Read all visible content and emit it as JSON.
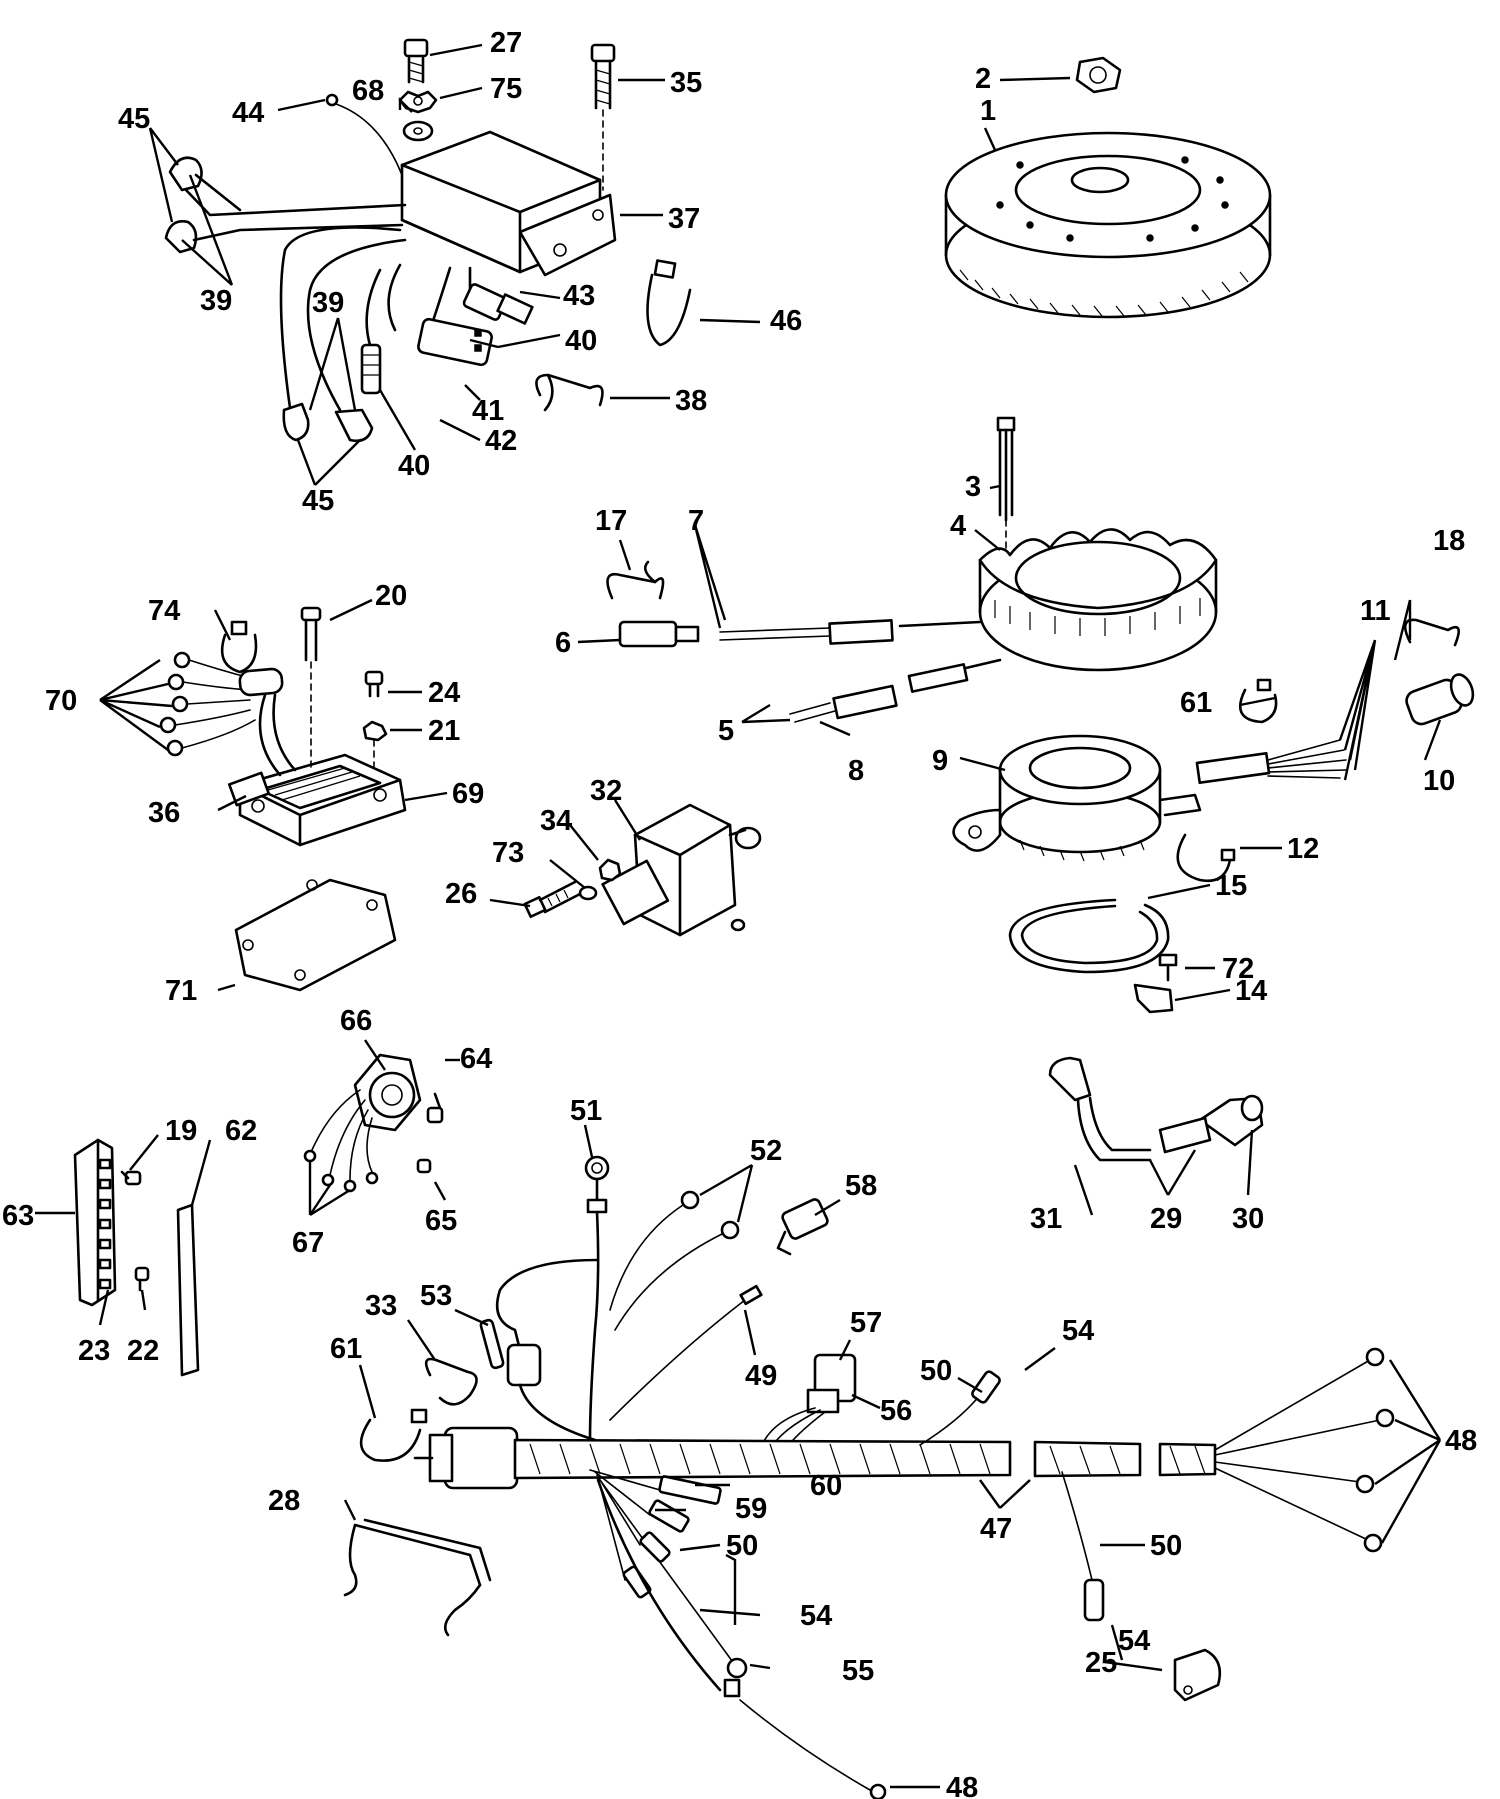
{
  "diagram": {
    "type": "exploded-parts-diagram",
    "callouts": [
      {
        "id": "c1",
        "label": "1"
      },
      {
        "id": "c2",
        "label": "2"
      },
      {
        "id": "c3",
        "label": "3"
      },
      {
        "id": "c4",
        "label": "4"
      },
      {
        "id": "c5",
        "label": "5"
      },
      {
        "id": "c6",
        "label": "6"
      },
      {
        "id": "c7",
        "label": "7"
      },
      {
        "id": "c8",
        "label": "8"
      },
      {
        "id": "c9",
        "label": "9"
      },
      {
        "id": "c10",
        "label": "10"
      },
      {
        "id": "c11",
        "label": "11"
      },
      {
        "id": "c12",
        "label": "12"
      },
      {
        "id": "c14",
        "label": "14"
      },
      {
        "id": "c15",
        "label": "15"
      },
      {
        "id": "c17",
        "label": "17"
      },
      {
        "id": "c18",
        "label": "18"
      },
      {
        "id": "c19",
        "label": "19"
      },
      {
        "id": "c20",
        "label": "20"
      },
      {
        "id": "c21",
        "label": "21"
      },
      {
        "id": "c22",
        "label": "22"
      },
      {
        "id": "c23",
        "label": "23"
      },
      {
        "id": "c24",
        "label": "24"
      },
      {
        "id": "c25",
        "label": "25"
      },
      {
        "id": "c26",
        "label": "26"
      },
      {
        "id": "c27",
        "label": "27"
      },
      {
        "id": "c28",
        "label": "28"
      },
      {
        "id": "c29",
        "label": "29"
      },
      {
        "id": "c30",
        "label": "30"
      },
      {
        "id": "c31",
        "label": "31"
      },
      {
        "id": "c32",
        "label": "32"
      },
      {
        "id": "c33",
        "label": "33"
      },
      {
        "id": "c34",
        "label": "34"
      },
      {
        "id": "c35",
        "label": "35"
      },
      {
        "id": "c36",
        "label": "36"
      },
      {
        "id": "c37",
        "label": "37"
      },
      {
        "id": "c38",
        "label": "38"
      },
      {
        "id": "c39a",
        "label": "39"
      },
      {
        "id": "c39b",
        "label": "39"
      },
      {
        "id": "c40a",
        "label": "40"
      },
      {
        "id": "c40b",
        "label": "40"
      },
      {
        "id": "c41",
        "label": "41"
      },
      {
        "id": "c42",
        "label": "42"
      },
      {
        "id": "c43",
        "label": "43"
      },
      {
        "id": "c44",
        "label": "44"
      },
      {
        "id": "c45a",
        "label": "45"
      },
      {
        "id": "c45b",
        "label": "45"
      },
      {
        "id": "c46",
        "label": "46"
      },
      {
        "id": "c47",
        "label": "47"
      },
      {
        "id": "c48a",
        "label": "48"
      },
      {
        "id": "c48b",
        "label": "48"
      },
      {
        "id": "c49",
        "label": "49"
      },
      {
        "id": "c50a",
        "label": "50"
      },
      {
        "id": "c50b",
        "label": "50"
      },
      {
        "id": "c50c",
        "label": "50"
      },
      {
        "id": "c51",
        "label": "51"
      },
      {
        "id": "c52",
        "label": "52"
      },
      {
        "id": "c53",
        "label": "53"
      },
      {
        "id": "c54a",
        "label": "54"
      },
      {
        "id": "c54b",
        "label": "54"
      },
      {
        "id": "c54c",
        "label": "54"
      },
      {
        "id": "c55",
        "label": "55"
      },
      {
        "id": "c56",
        "label": "56"
      },
      {
        "id": "c57",
        "label": "57"
      },
      {
        "id": "c58",
        "label": "58"
      },
      {
        "id": "c59",
        "label": "59"
      },
      {
        "id": "c60",
        "label": "60"
      },
      {
        "id": "c61a",
        "label": "61"
      },
      {
        "id": "c61b",
        "label": "61"
      },
      {
        "id": "c62",
        "label": "62"
      },
      {
        "id": "c63",
        "label": "63"
      },
      {
        "id": "c64",
        "label": "64"
      },
      {
        "id": "c65",
        "label": "65"
      },
      {
        "id": "c66",
        "label": "66"
      },
      {
        "id": "c67",
        "label": "67"
      },
      {
        "id": "c68",
        "label": "68"
      },
      {
        "id": "c69",
        "label": "69"
      },
      {
        "id": "c70",
        "label": "70"
      },
      {
        "id": "c71",
        "label": "71"
      },
      {
        "id": "c72",
        "label": "72"
      },
      {
        "id": "c73",
        "label": "73"
      },
      {
        "id": "c74",
        "label": "74"
      },
      {
        "id": "c75",
        "label": "75"
      }
    ]
  }
}
